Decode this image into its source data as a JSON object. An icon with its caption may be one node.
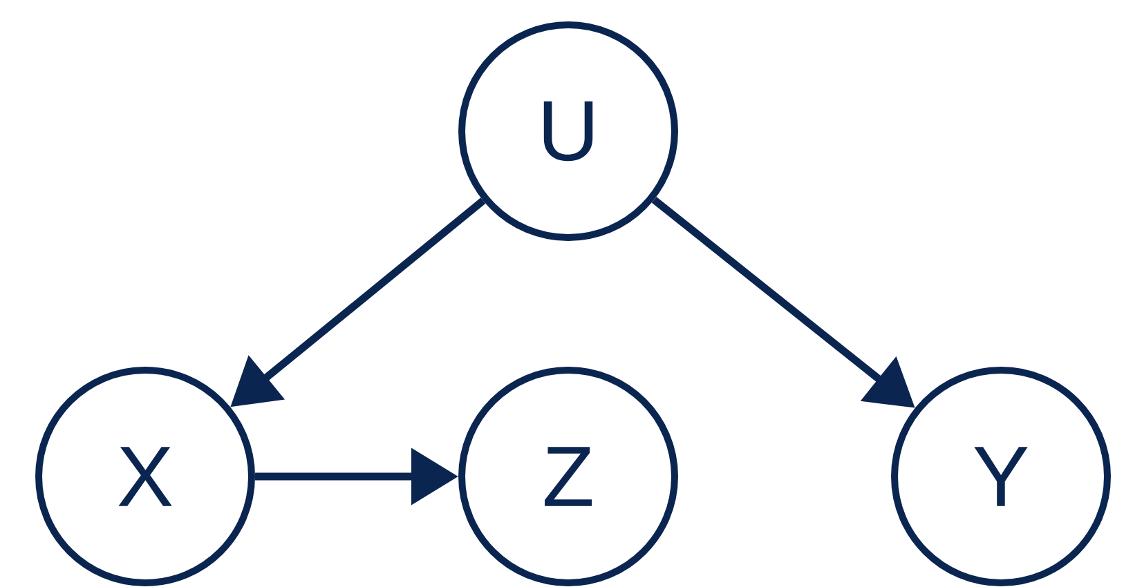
{
  "diagram": {
    "nodes": [
      {
        "text": [
          "U"
        ]
      },
      {
        "text": [
          "X"
        ]
      },
      {
        "text": [
          "Z"
        ]
      },
      {
        "text": [
          "Y"
        ]
      }
    ],
    "edges": [
      {
        "from": 0,
        "to": 1,
        "arrow": "to"
      },
      {
        "from": 0,
        "to": 3,
        "arrow": "to"
      },
      {
        "from": 1,
        "to": 2,
        "arrow": "to"
      }
    ]
  }
}
